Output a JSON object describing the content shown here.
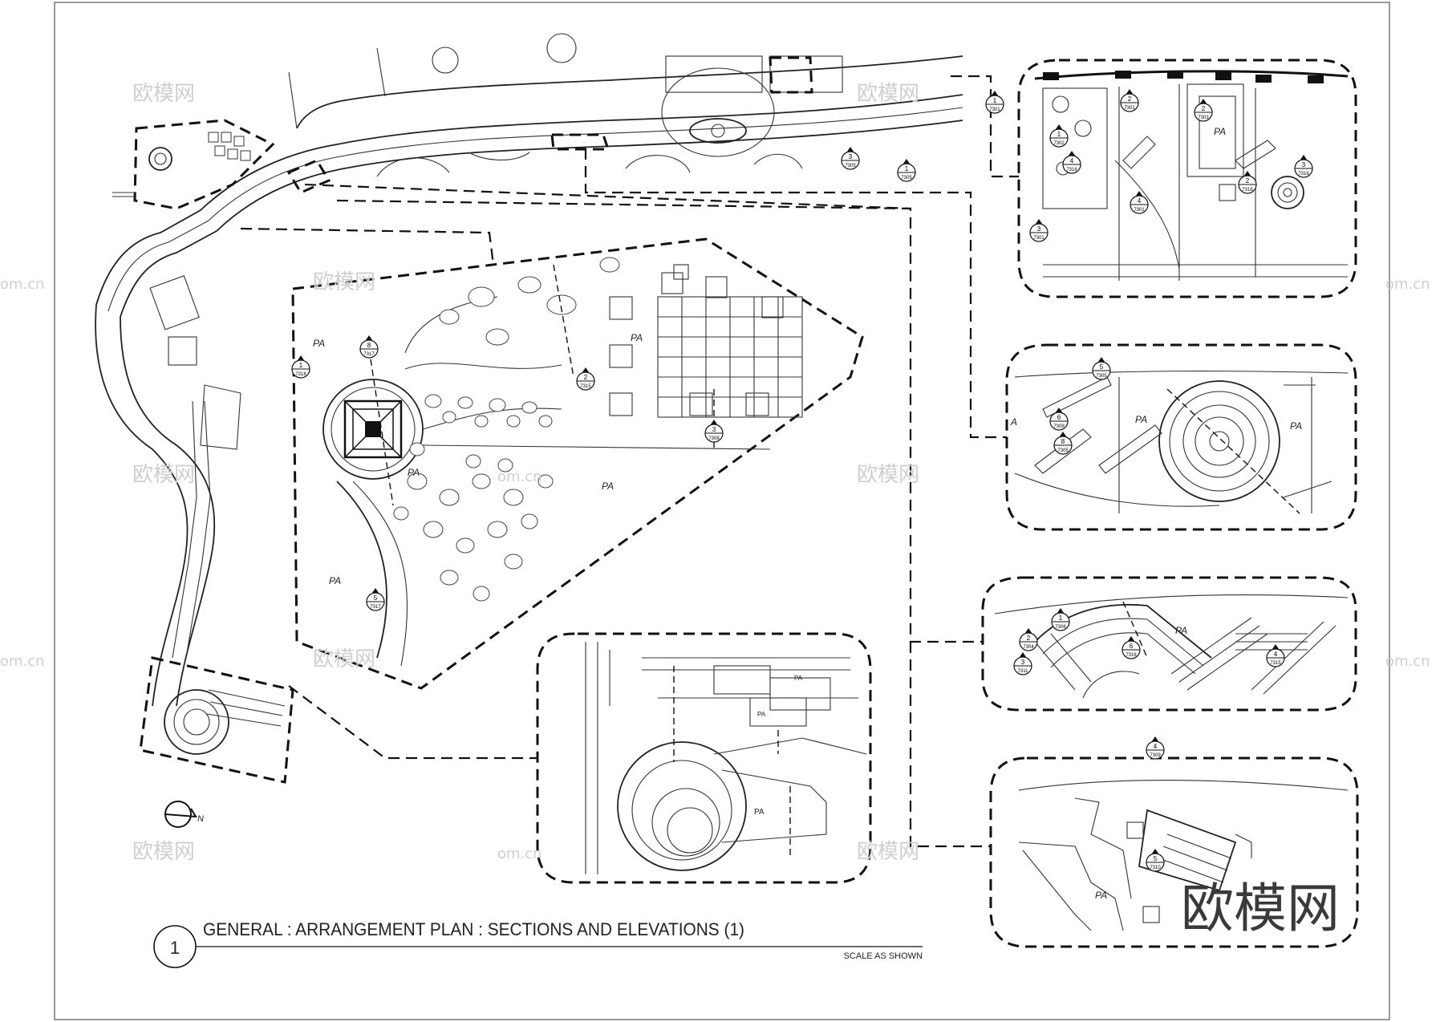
{
  "drawing": {
    "number": "1",
    "title": "GENERAL : ARRANGEMENT PLAN  : SECTIONS AND ELEVATIONS (1)",
    "scale": "SCALE  AS SHOWN",
    "north": "N"
  },
  "area_labels": {
    "pa": "PA",
    "a": "A"
  },
  "section_markers": [
    {
      "num": "1",
      "ref": "7301"
    },
    {
      "num": "2",
      "ref": "7301"
    },
    {
      "num": "3",
      "ref": "7301"
    },
    {
      "num": "4",
      "ref": "7301"
    },
    {
      "num": "1",
      "ref": "7302"
    },
    {
      "num": "2",
      "ref": "7303"
    },
    {
      "num": "3",
      "ref": "7305"
    },
    {
      "num": "1",
      "ref": "7305"
    },
    {
      "num": "2",
      "ref": "7316"
    },
    {
      "num": "3",
      "ref": "7316"
    },
    {
      "num": "4",
      "ref": "7316"
    },
    {
      "num": "5",
      "ref": "7305"
    },
    {
      "num": "6",
      "ref": "7309"
    },
    {
      "num": "8",
      "ref": "7305"
    },
    {
      "num": "1",
      "ref": "7306"
    },
    {
      "num": "2",
      "ref": "7304"
    },
    {
      "num": "3",
      "ref": "7311"
    },
    {
      "num": "4",
      "ref": "7309"
    },
    {
      "num": "5",
      "ref": "7310"
    },
    {
      "num": "6",
      "ref": "7316"
    },
    {
      "num": "1",
      "ref": "7318"
    },
    {
      "num": "2",
      "ref": "7315"
    },
    {
      "num": "3",
      "ref": "7308"
    },
    {
      "num": "4",
      "ref": "7315"
    },
    {
      "num": "8",
      "ref": "7317"
    },
    {
      "num": "5",
      "ref": "7317"
    }
  ],
  "watermark": {
    "cn": "欧模网",
    "en": "om.cn",
    "logo": "欧模网"
  }
}
